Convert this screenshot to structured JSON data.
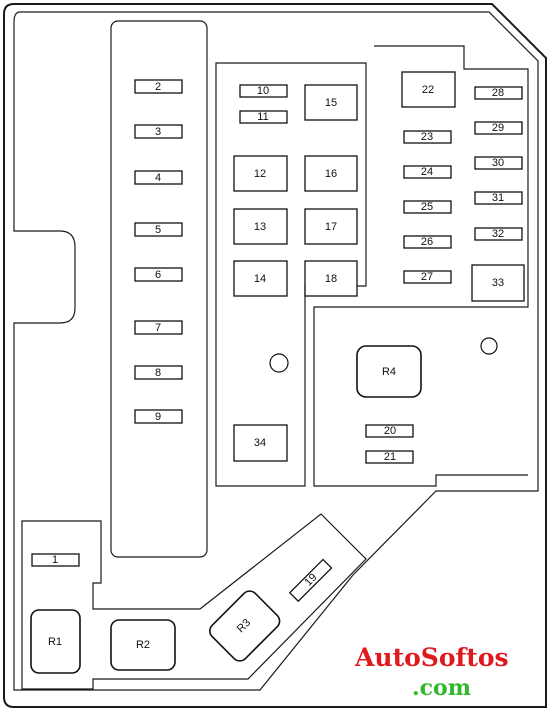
{
  "fuses": {
    "f1": "1",
    "f2": "2",
    "f3": "3",
    "f4": "4",
    "f5": "5",
    "f6": "6",
    "f7": "7",
    "f8": "8",
    "f9": "9",
    "f10": "10",
    "f11": "11",
    "f12": "12",
    "f13": "13",
    "f14": "14",
    "f15": "15",
    "f16": "16",
    "f17": "17",
    "f18": "18",
    "f19": "19",
    "f20": "20",
    "f21": "21",
    "f22": "22",
    "f23": "23",
    "f24": "24",
    "f25": "25",
    "f26": "26",
    "f27": "27",
    "f28": "28",
    "f29": "29",
    "f30": "30",
    "f31": "31",
    "f32": "32",
    "f33": "33",
    "f34": "34"
  },
  "relays": {
    "r1": "R1",
    "r2": "R2",
    "r3": "R3",
    "r4": "R4"
  },
  "watermark": {
    "line1": "AutoSoftos",
    "line2": ".com"
  },
  "colors": {
    "watermark_primary": "#e0191e",
    "watermark_secondary": "#2fb82a",
    "line": "#1a1a1a"
  }
}
